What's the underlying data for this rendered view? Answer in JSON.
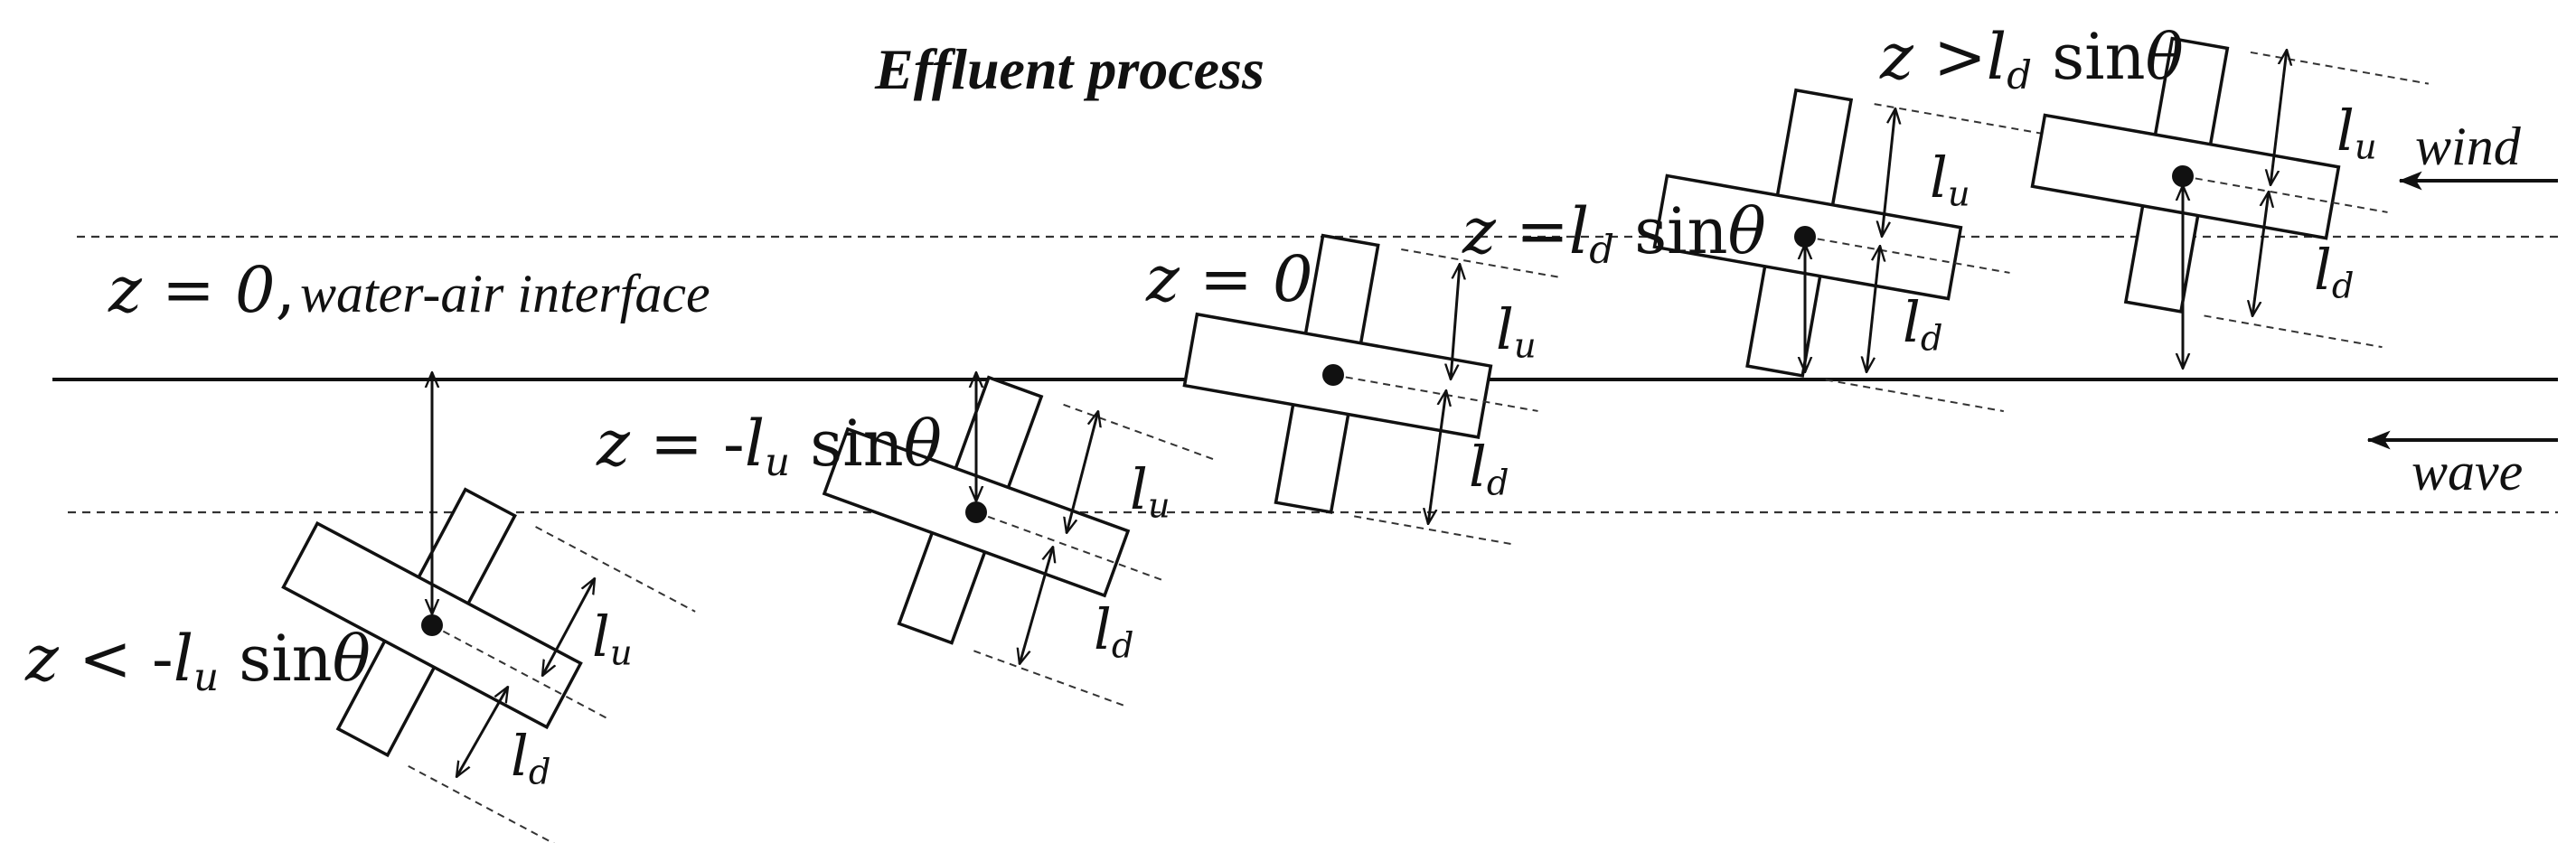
{
  "title": "Effluent process",
  "interface": {
    "equation": "z = 0",
    "comma": ",",
    "label": "water-air interface"
  },
  "stages": [
    {
      "id": "below",
      "condition": {
        "lhs": "z <",
        "minus": " -",
        "l": "l",
        "sub": "u",
        "trig": " sin",
        "theta": "θ"
      },
      "upper_symbol": {
        "l": "l",
        "sub": "u"
      },
      "lower_symbol": {
        "l": "l",
        "sub": "d"
      }
    },
    {
      "id": "touching-bottom",
      "condition": {
        "lhs": "z =",
        "minus": " -",
        "l": "l",
        "sub": "u",
        "trig": " sin",
        "theta": "θ"
      },
      "upper_symbol": {
        "l": "l",
        "sub": "u"
      },
      "lower_symbol": {
        "l": "l",
        "sub": "d"
      }
    },
    {
      "id": "at-surface",
      "condition": {
        "lhs": "z = 0"
      },
      "upper_symbol": {
        "l": "l",
        "sub": "u"
      },
      "lower_symbol": {
        "l": "l",
        "sub": "d"
      }
    },
    {
      "id": "touching-top",
      "condition": {
        "lhs": "z =",
        "l": "l",
        "sub": "d",
        "trig": " sin",
        "theta": "θ"
      },
      "upper_symbol": {
        "l": "l",
        "sub": "u"
      },
      "lower_symbol": {
        "l": "l",
        "sub": "d"
      }
    },
    {
      "id": "above",
      "condition": {
        "lhs": "z >",
        "l": "l",
        "sub": "d",
        "trig": " sin",
        "theta": "θ"
      },
      "upper_symbol": {
        "l": "l",
        "sub": "u"
      },
      "lower_symbol": {
        "l": "l",
        "sub": "d"
      }
    }
  ],
  "forcing": {
    "wind_label": "wind",
    "wave_label": "wave"
  }
}
